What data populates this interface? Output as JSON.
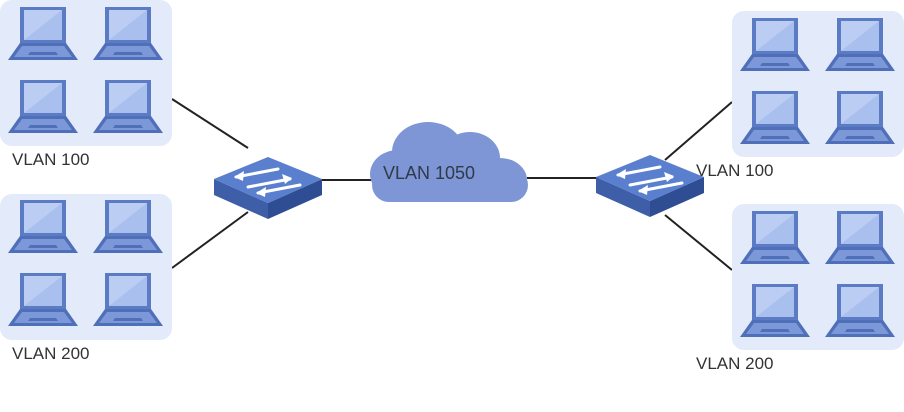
{
  "labels": {
    "left_top_group": "VLAN 100",
    "left_bottom_group": "VLAN 200",
    "cloud": "VLAN 1050",
    "right_top_group": "VLAN 100",
    "right_bottom_group": "VLAN 200"
  },
  "icons": {
    "computer": "laptop-icon",
    "switch": "network-switch-icon",
    "network": "cloud-icon"
  },
  "colors": {
    "group_background": "#e3eafa",
    "laptop_blue": "#5b7cc4",
    "laptop_screen": "#a9bfee",
    "switch_blue": "#4a6fc0",
    "cloud_blue": "#7e96d6",
    "link_line": "#222222"
  }
}
